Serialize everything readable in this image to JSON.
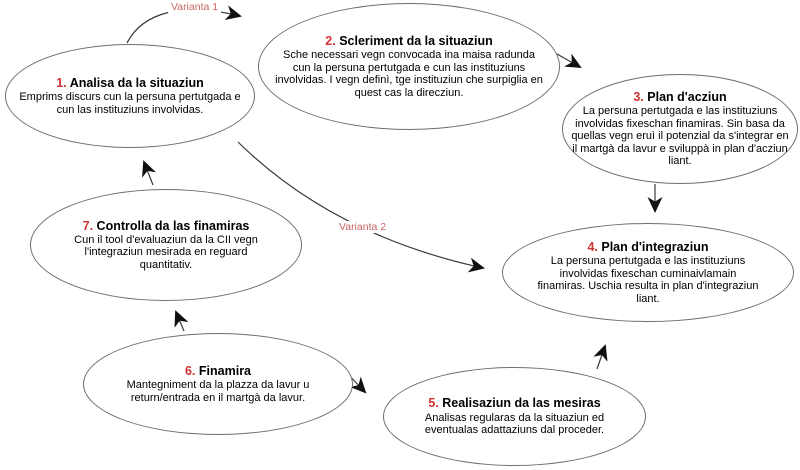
{
  "diagram": {
    "colors": {
      "number_red": "#cc3333",
      "variant_label_red": "#c96460",
      "ellipse_border": "#6e6e6e",
      "arrow_line": "#3a3a3a"
    },
    "labels": {
      "variant1": "Varianta 1",
      "variant2": "Varianta 2"
    },
    "nodes": [
      {
        "number": "1.",
        "title": "Analisa da la situaziun",
        "body": "Emprims discurs cun la persuna pertutgada e cun las instituziuns involvidas."
      },
      {
        "number": "2.",
        "title": "Scleriment da la situaziun",
        "body": "Sche necessari vegn convocada ina maisa radunda cun la persuna pertutgada e cun las instituziuns involvidas. I vegn definì, tge instituziun che surpiglia en quest cas la direcziun."
      },
      {
        "number": "3.",
        "title": "Plan d'acziun",
        "body": "La persuna pertutgada e las instituziuns involvidas fixeschan finamiras. Sin basa da quellas vegn eruì il potenzial da s'integrar en il martgà da lavur e sviluppà in plan d'acziun liant."
      },
      {
        "number": "4.",
        "title": "Plan d'integraziun",
        "body": "La persuna pertutgada e las instituziuns involvidas fixeschan cuminaivlamain finamiras. Uschia resulta in plan d'integraziun liant."
      },
      {
        "number": "5.",
        "title": "Realisaziun da las mesiras",
        "body": "Analisas regularas da la situaziun ed eventualas adattaziuns dal proceder."
      },
      {
        "number": "6.",
        "title": "Finamira",
        "body": "Mantegniment da la plazza da lavur u return/entrada en il martgà da lavur."
      },
      {
        "number": "7.",
        "title": "Controlla da las finamiras",
        "body": "Cun il tool d'evaluaziun da la CII vegn l'integraziun mesirada en reguard quantitativ."
      }
    ],
    "connections": [
      {
        "from": "1",
        "to": "2",
        "label": "Varianta 1"
      },
      {
        "from": "2",
        "to": "3",
        "label": ""
      },
      {
        "from": "3",
        "to": "4",
        "label": ""
      },
      {
        "from": "1",
        "to": "4",
        "label": "Varianta 2"
      },
      {
        "from": "5",
        "to": "4",
        "label": ""
      },
      {
        "from": "6",
        "to": "5",
        "label": ""
      },
      {
        "from": "6",
        "to": "7",
        "label": ""
      },
      {
        "from": "7",
        "to": "1",
        "label": ""
      }
    ]
  }
}
